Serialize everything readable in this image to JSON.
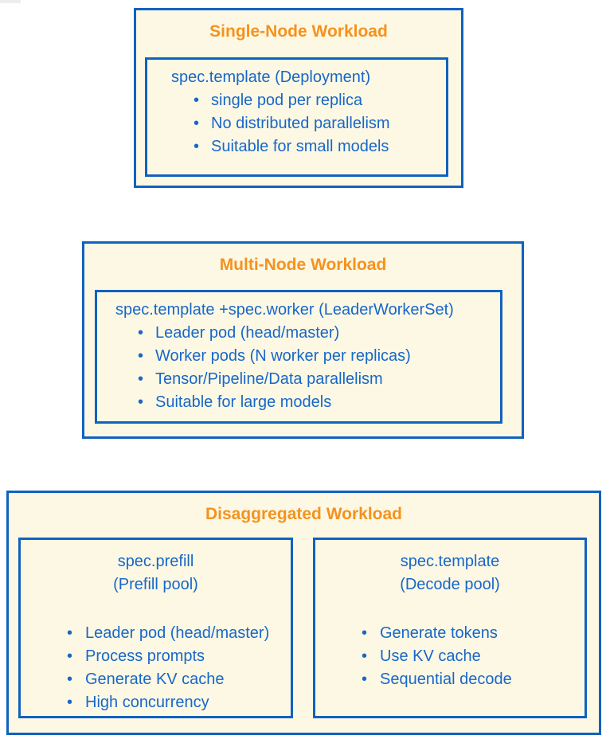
{
  "glyphs": {
    "bullet": "•"
  },
  "colors": {
    "blue": "#1062BF",
    "text": "#1767C9",
    "orange": "#F5921E",
    "cream": "#FDF8E4",
    "page": "#FFFFFF",
    "artifact": "#EDEDED"
  },
  "sections": [
    {
      "title": "Single-Node Workload",
      "boxes": [
        {
          "heading_lines": [
            "spec.template (Deployment)"
          ],
          "bullets": [
            "single pod per replica",
            "No distributed parallelism",
            "Suitable for small models"
          ]
        }
      ]
    },
    {
      "title": "Multi-Node Workload",
      "boxes": [
        {
          "heading_lines": [
            "spec.template +spec.worker (LeaderWorkerSet)"
          ],
          "bullets": [
            "Leader pod (head/master)",
            "Worker pods (N worker per replicas)",
            "Tensor/Pipeline/Data parallelism",
            "Suitable for large models"
          ]
        }
      ]
    },
    {
      "title": "Disaggregated Workload",
      "boxes": [
        {
          "heading_lines": [
            "spec.prefill",
            "(Prefill pool)"
          ],
          "bullets": [
            "Leader pod (head/master)",
            "Process prompts",
            "Generate KV cache",
            "High concurrency"
          ]
        },
        {
          "heading_lines": [
            "spec.template",
            "(Decode pool)"
          ],
          "bullets": [
            "Generate tokens",
            "Use KV cache",
            "Sequential decode"
          ]
        }
      ]
    }
  ]
}
